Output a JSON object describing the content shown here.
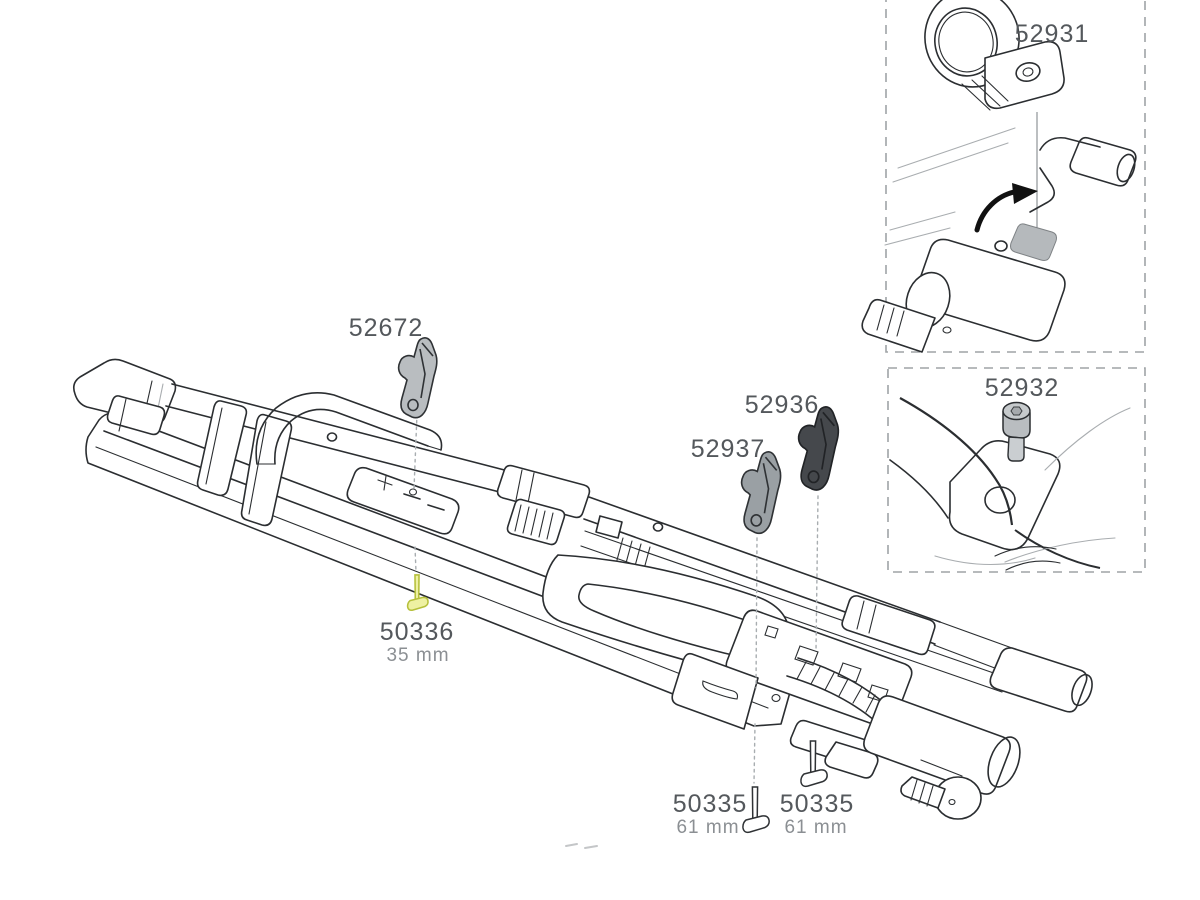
{
  "page": {
    "background": "#ffffff",
    "type": "exploded-parts-diagram"
  },
  "labels": {
    "p52672": "52672",
    "p52931": "52931",
    "p52932": "52932",
    "p52936": "52936",
    "p52937": "52937",
    "p50336": "50336",
    "p50336_size": "35 mm",
    "p50335_left": "50335",
    "p50335_left_size": "61 mm",
    "p50335_right": "50335",
    "p50335_right_size": "61 mm"
  },
  "parts": [
    {
      "number": "52672",
      "color": "#b9bdc0",
      "kind": "lever-bracket"
    },
    {
      "number": "52931",
      "kind": "clamp-ring-inset"
    },
    {
      "number": "52932",
      "color": "#b9bdc0",
      "kind": "allen-bolt-inset"
    },
    {
      "number": "52936",
      "color": "#45484c",
      "kind": "lever-bracket-dark"
    },
    {
      "number": "52937",
      "color": "#9aa0a4",
      "kind": "lever-bracket-gray"
    },
    {
      "number": "50336",
      "size": "35 mm",
      "color": "#eef1a2",
      "kind": "screw-yellow"
    },
    {
      "number": "50335",
      "size": "61 mm",
      "color": "#ffffff",
      "kind": "screw"
    },
    {
      "number": "50335",
      "size": "61 mm",
      "color": "#ffffff",
      "kind": "screw"
    }
  ],
  "icons": {
    "rotate_arrow": "curved-black-arrow"
  },
  "colors": {
    "line": "#2b2e31",
    "label_text": "#54585c",
    "size_text": "#8b8f93",
    "inset_border": "#9fa3a6",
    "leader_dots": "#a8adb0",
    "part_light_gray": "#b9bdc0",
    "part_medium_gray": "#9aa0a4",
    "part_dark_gray": "#45484c",
    "screw_yellow_fill": "#eef1a2",
    "screw_yellow_outline": "#b6c03b",
    "highlight_pad_gray": "#b5b9bc"
  }
}
